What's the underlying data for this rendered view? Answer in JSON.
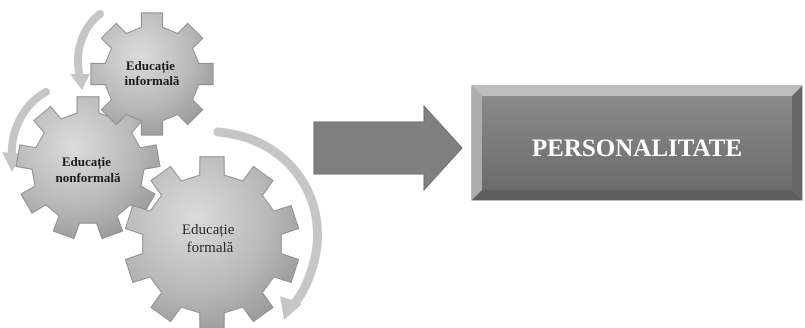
{
  "gears": [
    {
      "id": "informal",
      "lines": [
        "Educație",
        "informală"
      ]
    },
    {
      "id": "nonformal",
      "lines": [
        "Educație",
        "nonformală"
      ]
    },
    {
      "id": "formal",
      "lines": [
        "Educație",
        "formală"
      ]
    }
  ],
  "result": {
    "label": "PERSONALITATE"
  },
  "colors": {
    "gear_fill": "#b8b8b8",
    "gear_fill_light": "#d6d6d6",
    "gear_fill_dark": "#8e8e8e",
    "cycle_arrow": "#c4c4c4",
    "big_arrow": "#7f7f7f",
    "box_fill": "#767676",
    "box_border": "#9a9a9a"
  }
}
